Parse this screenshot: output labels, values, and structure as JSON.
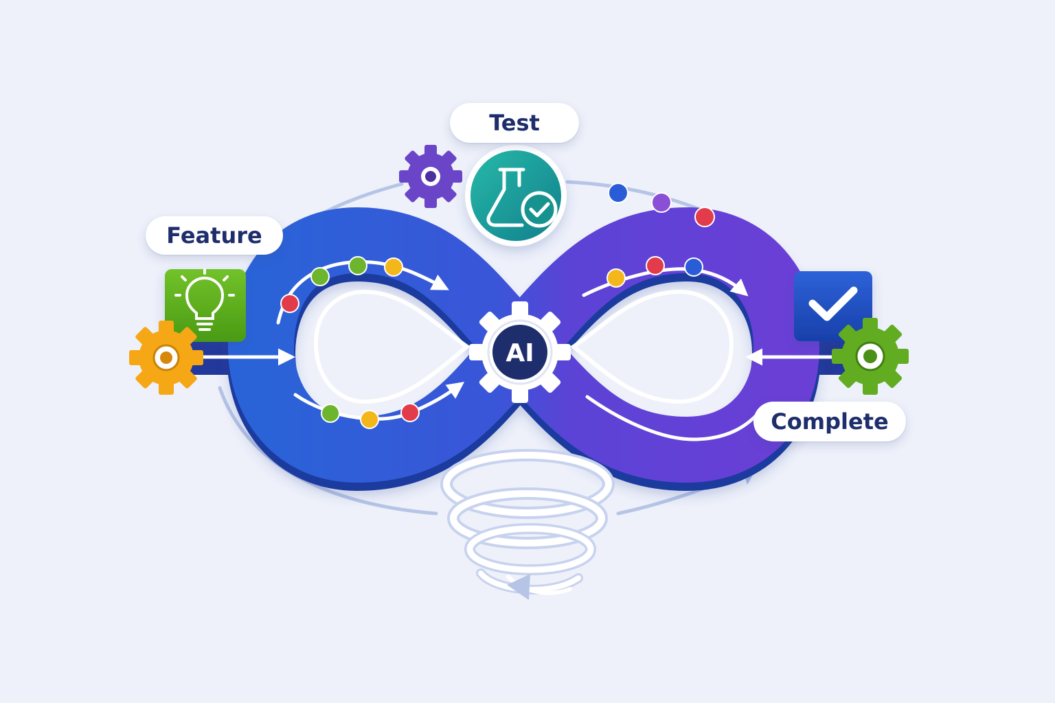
{
  "labels": {
    "test": "Test",
    "feature": "Feature",
    "complete": "Complete",
    "center": "AI"
  },
  "icons": {
    "feature": "lightbulb-icon",
    "test": "flask-check-icon",
    "complete": "checkmark-icon",
    "center": "gear-icon",
    "loop": "spiral-loop-icon"
  },
  "colors": {
    "background": "#eef1fa",
    "loop_blue": "#2f5fd6",
    "loop_purple": "#6a3fd6",
    "feature_green": "#5aac1c",
    "test_teal": "#1aa39a",
    "complete_blue": "#1f4fc4",
    "gear_orange": "#f5a716",
    "gear_purple": "#6b45c8",
    "gear_green": "#62ac22",
    "label_text": "#1e2d6b"
  },
  "token_colors": [
    "#e23b4a",
    "#6cb52d",
    "#f3b71b",
    "#2a5cd7",
    "#8b4fd6"
  ]
}
